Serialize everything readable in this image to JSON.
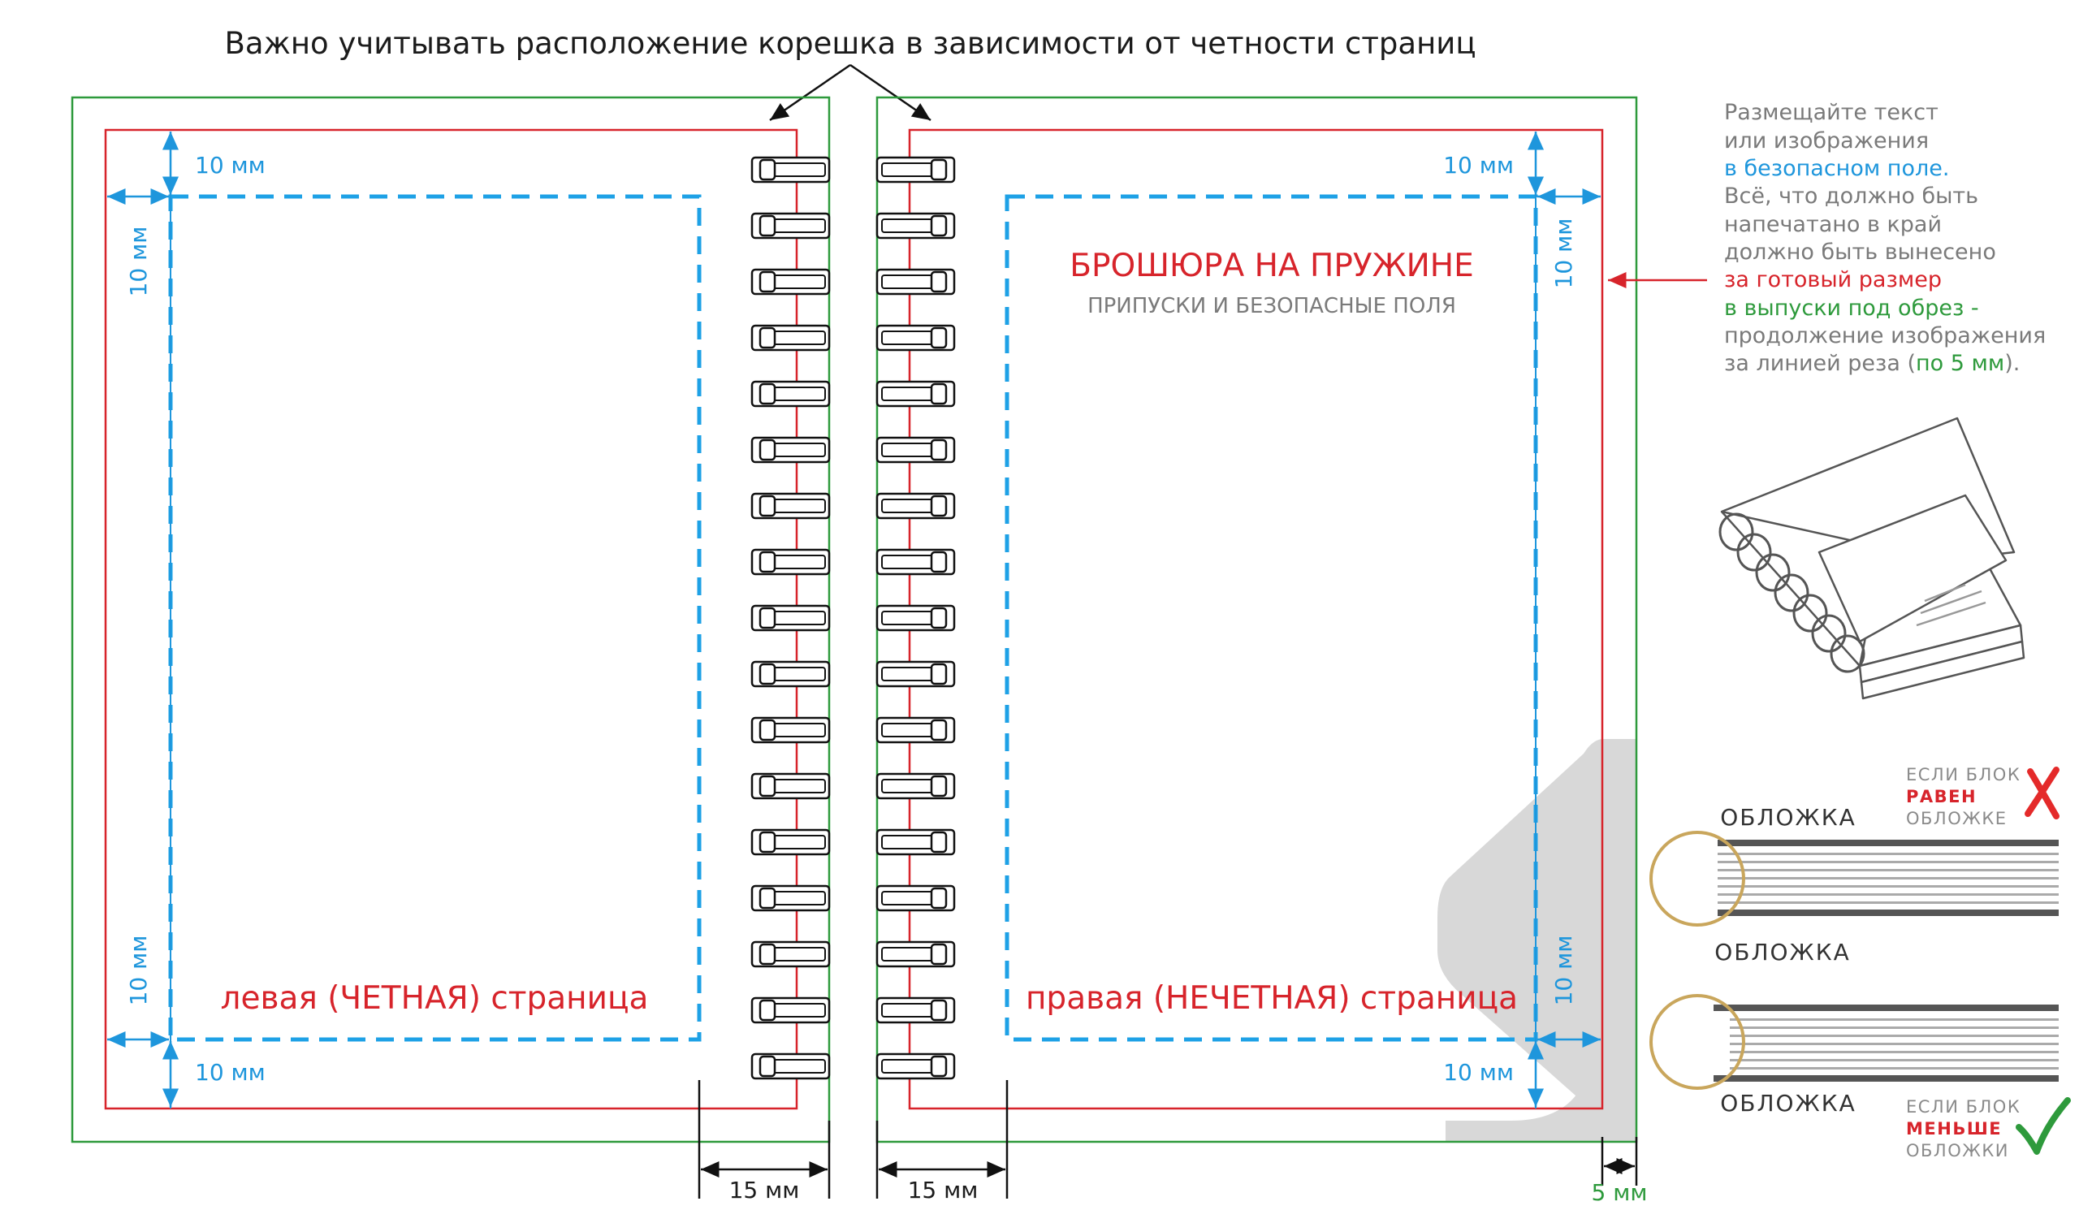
{
  "header": {
    "title": "Важно учитывать расположение корешка в зависимости от четности страниц"
  },
  "left_page": {
    "label": "левая (ЧЕТНАЯ) страница",
    "margin_top": "10 мм",
    "margin_side": "10 мм",
    "margin_side_bottom": "10 мм",
    "margin_bottom": "10 мм",
    "spine": "15 мм"
  },
  "right_page": {
    "title": "БРОШЮРА НА ПРУЖИНЕ",
    "subtitle": "ПРИПУСКИ И БЕЗОПАСНЫЕ ПОЛЯ",
    "label": "правая (НЕЧЕТНАЯ) страница",
    "margin_top": "10 мм",
    "margin_side": "10 мм",
    "margin_side_bottom": "10 мм",
    "margin_bottom": "10 мм",
    "spine": "15 мм",
    "bleed": "5 мм"
  },
  "note": {
    "line1": "Размещайте текст",
    "line2": "или изображения",
    "line3": "в безопасном поле.",
    "line4": "Всё, что должно быть",
    "line5": "напечатано в край",
    "line6": "должно быть вынесено",
    "line7": "за готовый размер",
    "line8": "в выпуски под обрез -",
    "line9": "продолжение изображения",
    "line10_a": "за линией реза (",
    "line10_b": "по 5 мм",
    "line10_c": ")."
  },
  "cover_block": {
    "top_cover": "ОБЛОЖКА",
    "middle_cover": "ОБЛОЖКА",
    "bottom_cover": "ОБЛОЖКА",
    "equal_1": "ЕСЛИ БЛОК",
    "equal_2": "РАВЕН",
    "equal_3": "ОБЛОЖКЕ",
    "smaller_1": "ЕСЛИ БЛОК",
    "smaller_2": "МЕНЬШЕ",
    "smaller_3": "ОБЛОЖКИ"
  },
  "colors": {
    "trim": "#d7242b",
    "bleed": "#2e9a3c",
    "safe": "#1ea1e6",
    "dim": "#1e96dc",
    "text": "#1b1b1b",
    "grey_text": "#7a7a7a",
    "ring": "#c9a65c",
    "cross": "#e42a2a",
    "check": "#2e9a3c"
  },
  "icons": {
    "spiral": "spiral-ring-icon",
    "notebook": "spiral-notebook-icon",
    "cross": "cross-icon",
    "check": "check-icon"
  }
}
